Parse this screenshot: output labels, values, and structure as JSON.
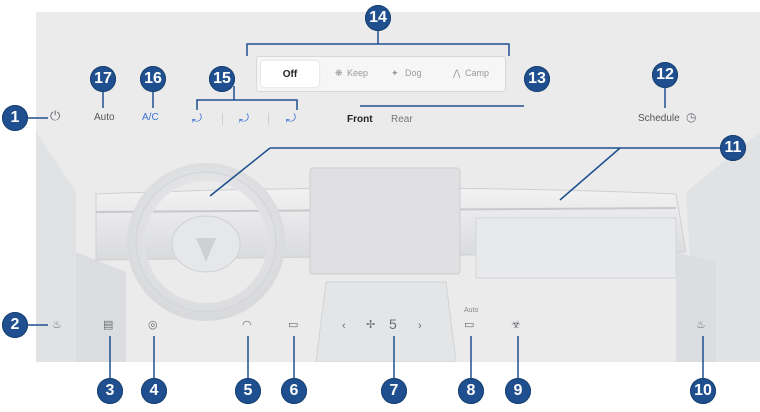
{
  "climate": {
    "power_icon": "power-icon",
    "auto_label": "Auto",
    "ac_label": "A/C",
    "front_label": "Front",
    "rear_label": "Rear",
    "schedule_label": "Schedule",
    "schedule_icon": "clock-icon",
    "fan_speed": "5",
    "fan_auto_label": "Auto",
    "fan_left_arrow": "‹",
    "fan_right_arrow": "›"
  },
  "cabin_modes": {
    "off_label": "Off",
    "keep_label": "Keep",
    "dog_label": "Dog",
    "camp_label": "Camp"
  },
  "callouts": [
    "1",
    "2",
    "3",
    "4",
    "5",
    "6",
    "7",
    "8",
    "9",
    "10",
    "11",
    "12",
    "13",
    "14",
    "15",
    "16",
    "17"
  ],
  "colors": {
    "callout_fill": "#1f4f8f",
    "accent": "#3a6fd6"
  }
}
